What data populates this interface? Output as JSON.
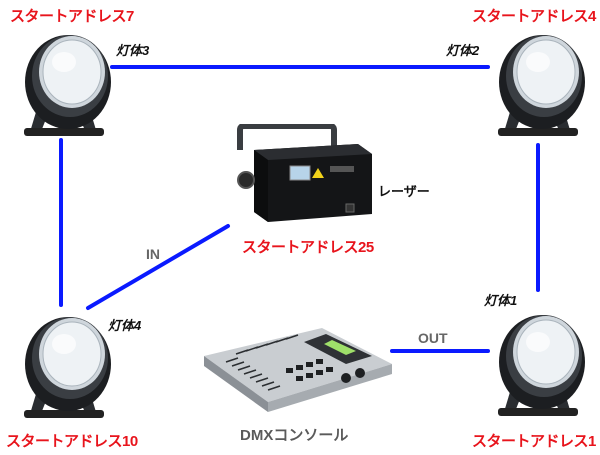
{
  "addresses": {
    "top_left": "スタートアドレス7",
    "top_right": "スタートアドレス4",
    "laser": "スタートアドレス25",
    "bottom_left": "スタートアドレス10",
    "bottom_right": "スタートアドレス1"
  },
  "fixtures": {
    "top_left": "灯体3",
    "top_right": "灯体2",
    "bottom_left": "灯体4",
    "bottom_right": "灯体1"
  },
  "devices": {
    "laser": "レーザー",
    "console": "DMXコンソール"
  },
  "ports": {
    "in": "IN",
    "out": "OUT"
  },
  "colors": {
    "cable": "#0a1aff",
    "address_text": "#e8141c"
  },
  "icons": {
    "par": "led-par-light-icon",
    "laser": "laser-projector-icon",
    "console": "dmx-console-icon"
  }
}
